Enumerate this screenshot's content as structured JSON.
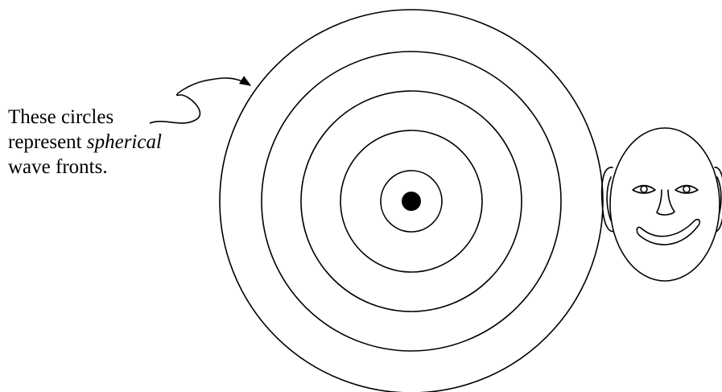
{
  "caption": {
    "line1": "These circles",
    "line2_prefix": "represent ",
    "line2_emphasis": "spherical",
    "line3": "wave fronts."
  },
  "diagram": {
    "wavefront_count": 5,
    "stroke_color": "#000000",
    "source_color": "#000000",
    "background_color": "#ffffff"
  }
}
